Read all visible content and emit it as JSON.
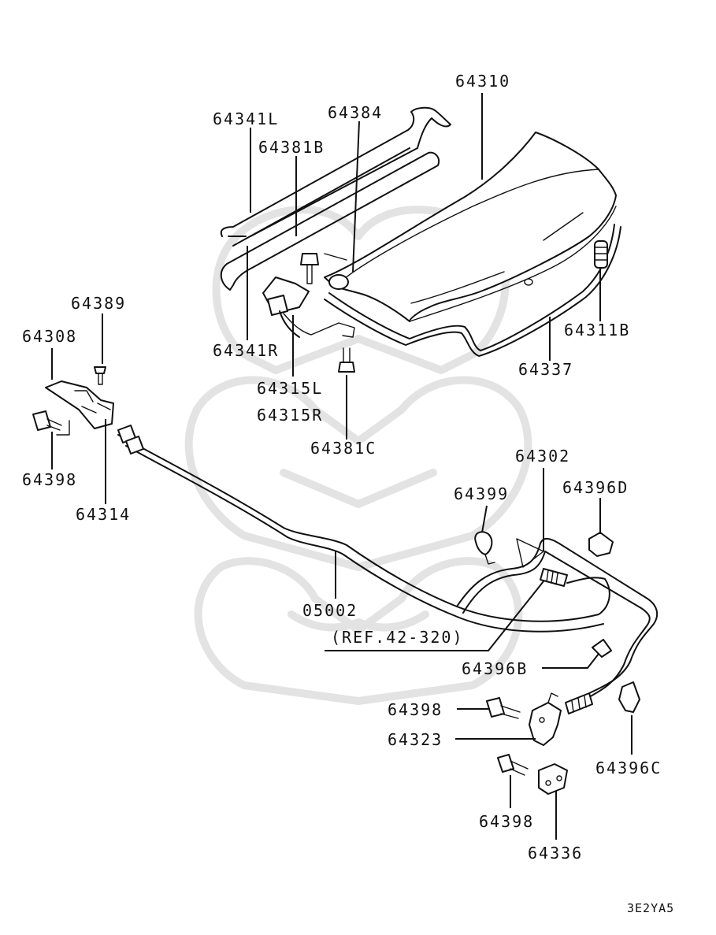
{
  "diagram": {
    "part_labels": {
      "p64310": "64310",
      "p64341L": "64341L",
      "p64384": "64384",
      "p64381B": "64381B",
      "p64389": "64389",
      "p64308": "64308",
      "p64341R": "64341R",
      "p64315L": "64315L",
      "p64315R": "64315R",
      "p64381C": "64381C",
      "p64311B": "64311B",
      "p64337": "64337",
      "p64398a": "64398",
      "p64314": "64314",
      "p64302": "64302",
      "p64399": "64399",
      "p64396D": "64396D",
      "p05002": "05002",
      "ref": "(REF.42-320)",
      "p64396B": "64396B",
      "p64398b": "64398",
      "p64323": "64323",
      "p64396C": "64396C",
      "p64398c": "64398",
      "p64336": "64336"
    },
    "diagram_code": "3E2YA5"
  }
}
